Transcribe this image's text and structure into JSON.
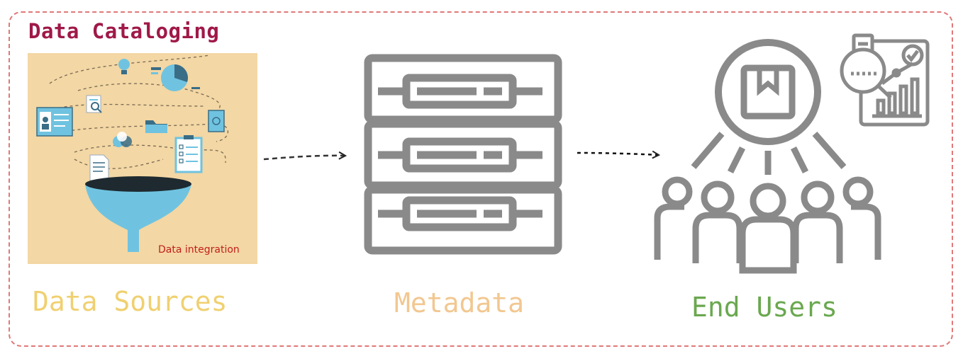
{
  "title": "Data Cataloging",
  "sources": {
    "label": "Data Sources",
    "integration_label": "Data integration"
  },
  "metadata": {
    "label": "Metadata"
  },
  "users": {
    "label": "End Users"
  },
  "colors": {
    "frame": "#e07878",
    "title": "#a01848",
    "sources_label": "#f0d070",
    "metadata_label": "#f2c790",
    "users_label": "#6aa84f",
    "icon_gray": "#8a8a8a",
    "panel_bg": "#f3d7a4",
    "funnel": "#6fc3e0"
  }
}
